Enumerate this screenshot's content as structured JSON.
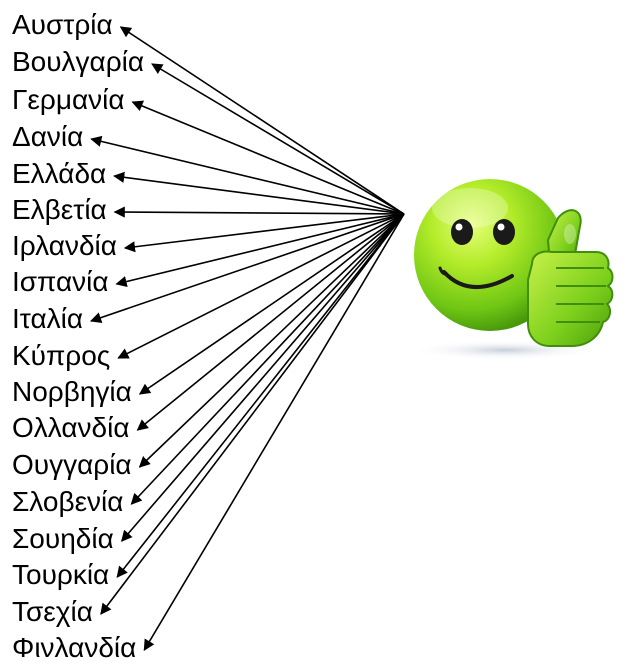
{
  "countries": [
    "Αυστρία",
    "Βουλγαρία",
    "Γερμανία",
    "Δανία",
    "Ελλάδα",
    "Ελβετία",
    "Ιρλανδία",
    "Ισπανία",
    "Ιταλία",
    "Κύπρος",
    "Νορβηγία",
    "Ολλανδία",
    "Ουγγαρία",
    "Σλοβενία",
    "Σουηδία",
    "Τουρκία",
    "Τσεχία",
    "Φινλανδία"
  ],
  "colors": {
    "text": "#000000",
    "arrow": "#000000",
    "smiley_light": "#c4f03c",
    "smiley_mid": "#7ccf1c",
    "smiley_dark": "#3f8f0a"
  },
  "icons": {
    "smiley": "thumbs-up-smiley-icon"
  }
}
